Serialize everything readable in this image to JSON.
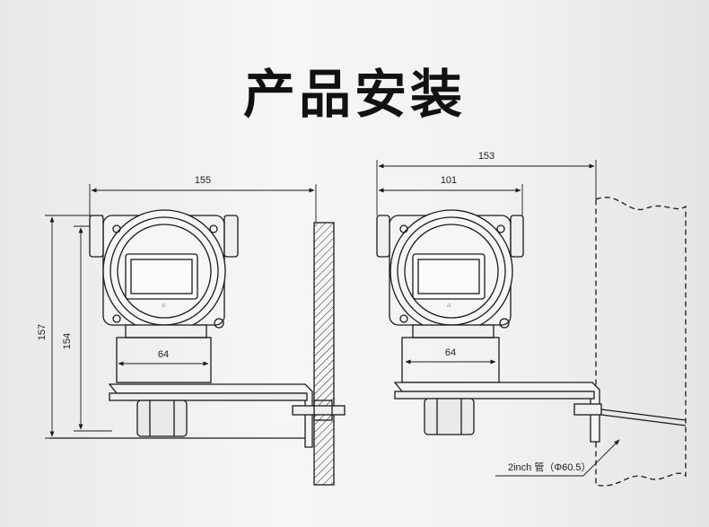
{
  "title": "产品安装",
  "left_drawing": {
    "width_dim": "155",
    "height_outer_dim": "157",
    "height_inner_dim": "154",
    "stem_dim": "64"
  },
  "right_drawing": {
    "width_outer_dim": "153",
    "width_inner_dim": "101",
    "stem_dim": "64",
    "pipe_label": "2inch 管（Φ60.5）"
  },
  "colors": {
    "line": "#1a1a1a",
    "title": "#111111"
  }
}
